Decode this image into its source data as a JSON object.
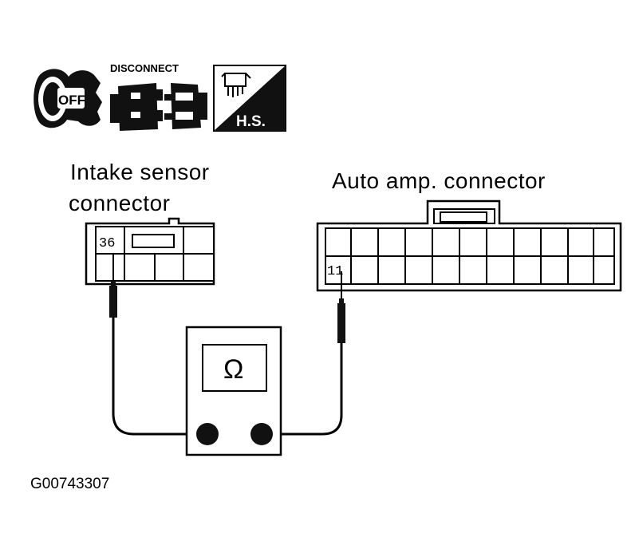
{
  "icons": {
    "key_off_label": "OFF",
    "disconnect_label": "DISCONNECT",
    "hs_label": "H.S."
  },
  "intake_connector": {
    "label_line1": "Intake sensor",
    "label_line2": "connector",
    "pin": "36"
  },
  "auto_amp_connector": {
    "label": "Auto amp. connector",
    "pin": "11"
  },
  "meter": {
    "symbol": "Ω"
  },
  "figure_code": "G00743307"
}
